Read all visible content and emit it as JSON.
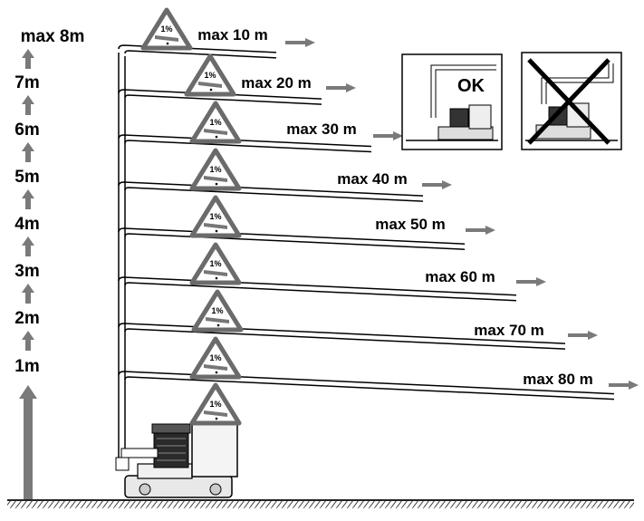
{
  "height_labels": [
    "max 8m",
    "7m",
    "6m",
    "5m",
    "4m",
    "3m",
    "2m",
    "1m"
  ],
  "slope_sign_text": "1%",
  "runs": [
    {
      "label": "max 10 m"
    },
    {
      "label": "max 20 m"
    },
    {
      "label": "max 30 m"
    },
    {
      "label": "max 40 m"
    },
    {
      "label": "max 50 m"
    },
    {
      "label": "max 60 m"
    },
    {
      "label": "max 70 m"
    },
    {
      "label": "max 80 m"
    }
  ],
  "correct_panel": {
    "label": "OK"
  },
  "colors": {
    "arrow": "#7a7a7a",
    "line": "#000000",
    "sign_border": "#6b6b6b",
    "ground": "#333333"
  }
}
